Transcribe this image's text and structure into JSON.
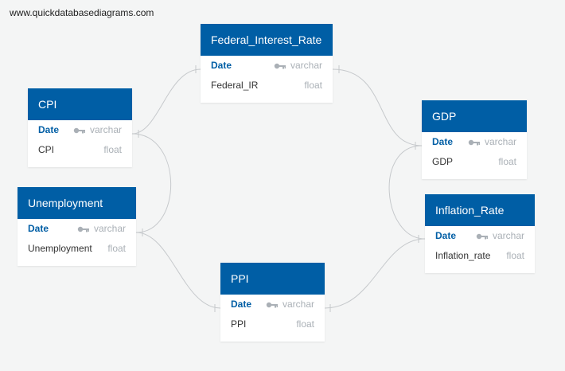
{
  "watermark": "www.quickdatabasediagrams.com",
  "entities": {
    "federal": {
      "title": "Federal_Interest_Rate",
      "fields": [
        {
          "name": "Date",
          "type": "varchar",
          "pk": true
        },
        {
          "name": "Federal_IR",
          "type": "float",
          "pk": false
        }
      ]
    },
    "cpi": {
      "title": "CPI",
      "fields": [
        {
          "name": "Date",
          "type": "varchar",
          "pk": true
        },
        {
          "name": "CPI",
          "type": "float",
          "pk": false
        }
      ]
    },
    "gdp": {
      "title": "GDP",
      "fields": [
        {
          "name": "Date",
          "type": "varchar",
          "pk": true
        },
        {
          "name": "GDP",
          "type": "float",
          "pk": false
        }
      ]
    },
    "unemployment": {
      "title": "Unemployment",
      "fields": [
        {
          "name": "Date",
          "type": "varchar",
          "pk": true
        },
        {
          "name": "Unemployment",
          "type": "float",
          "pk": false
        }
      ]
    },
    "inflation": {
      "title": "Inflation_Rate",
      "fields": [
        {
          "name": "Date",
          "type": "varchar",
          "pk": true
        },
        {
          "name": "Inflation_rate",
          "type": "float",
          "pk": false
        }
      ]
    },
    "ppi": {
      "title": "PPI",
      "fields": [
        {
          "name": "Date",
          "type": "varchar",
          "pk": true
        },
        {
          "name": "PPI",
          "type": "float",
          "pk": false
        }
      ]
    }
  },
  "relationships": [
    {
      "from": "CPI.Date",
      "to": "Federal_Interest_Rate.Date"
    },
    {
      "from": "CPI.Date",
      "to": "Unemployment.Date"
    },
    {
      "from": "Federal_Interest_Rate.Date",
      "to": "GDP.Date"
    },
    {
      "from": "GDP.Date",
      "to": "Inflation_Rate.Date"
    },
    {
      "from": "Unemployment.Date",
      "to": "PPI.Date"
    },
    {
      "from": "PPI.Date",
      "to": "Inflation_Rate.Date"
    }
  ],
  "colors": {
    "header": "#005ea5",
    "background": "#f4f5f5",
    "connector": "#c6c9cc"
  }
}
